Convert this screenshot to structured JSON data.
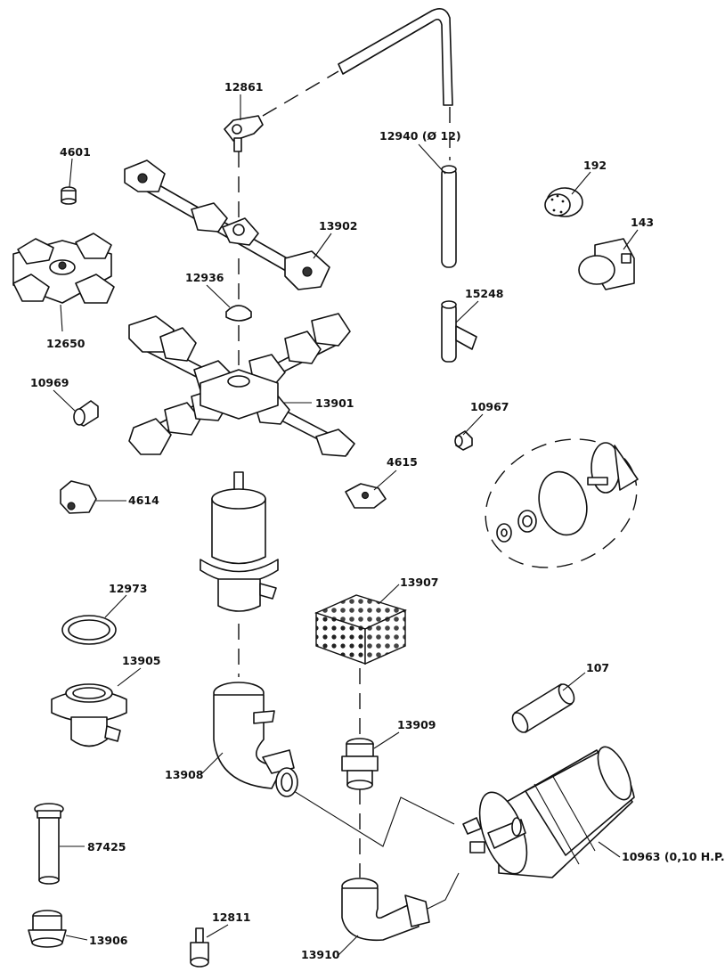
{
  "labels": {
    "p12861": "12861",
    "p12940": "12940 (Ø 12)",
    "p4601": "4601",
    "p192": "192",
    "p13902": "13902",
    "p143": "143",
    "p12936": "12936",
    "p15248": "15248",
    "p12650": "12650",
    "p10969": "10969",
    "p13901": "13901",
    "p10967": "10967",
    "p4615": "4615",
    "p4614": "4614",
    "p13907": "13907",
    "p12973": "12973",
    "p13905": "13905",
    "p107": "107",
    "p13909": "13909",
    "p13908": "13908",
    "p87425": "87425",
    "p10963": "10963 (0,10 H.P.)",
    "p12811": "12811",
    "p13906": "13906",
    "p13910": "13910"
  }
}
